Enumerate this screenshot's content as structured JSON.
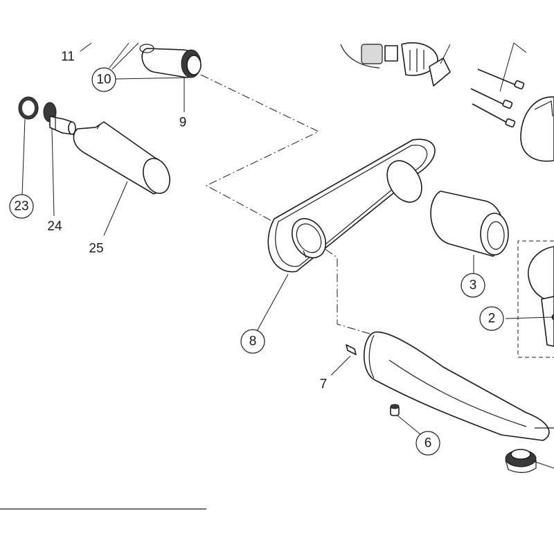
{
  "callouts": {
    "p2": "2",
    "p3": "3",
    "p6": "6",
    "p7": "7",
    "p8": "8",
    "p9": "9",
    "p10": "10",
    "p11": "11",
    "p23": "23",
    "p24": "24",
    "p25": "25"
  },
  "colors": {
    "line": "#1a1a1a",
    "background": "#ffffff"
  }
}
